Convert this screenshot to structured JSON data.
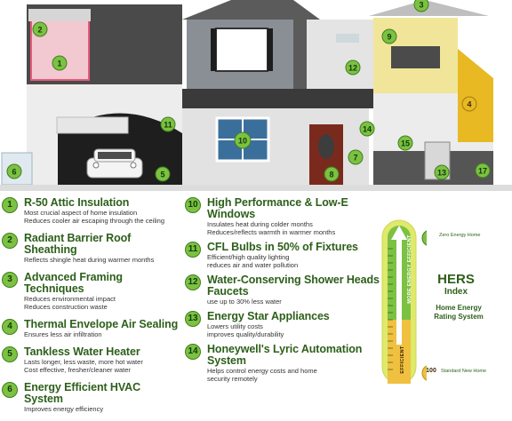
{
  "features_left": [
    {
      "num": "1",
      "title": "R-50 Attic Insulation",
      "desc": [
        "Most crucial aspect of home insulation",
        "Reduces cooler air escaping through the ceiling"
      ]
    },
    {
      "num": "2",
      "title": "Radiant Barrier Roof Sheathing",
      "desc": [
        "Reflects shingle heat during warmer months"
      ]
    },
    {
      "num": "3",
      "title": "Advanced Framing Techniques",
      "desc": [
        "Reduces environmental impact",
        "Reduces construction waste"
      ]
    },
    {
      "num": "4",
      "title": "Thermal Envelope Air Sealing",
      "desc": [
        "Ensures less air infiltration"
      ]
    },
    {
      "num": "5",
      "title": "Tankless Water Heater",
      "desc": [
        "Lasts longer, less waste, more hot water",
        "Cost effective, fresher/cleaner water"
      ]
    },
    {
      "num": "6",
      "title": "Energy Efficient HVAC System",
      "desc": [
        "Improves energy efficiency"
      ]
    }
  ],
  "features_right": [
    {
      "num": "10",
      "title": "High Performance & Low-E Windows",
      "desc": [
        "Insulates heat during colder months",
        "Reduces/reflects warmth in warmer months"
      ]
    },
    {
      "num": "11",
      "title": "CFL Bulbs in 50% of Fixtures",
      "desc": [
        "Efficient/high quality lighting",
        "reduces air and water pollution"
      ]
    },
    {
      "num": "12",
      "title": "Water-Conserving Shower Heads & Faucets",
      "desc": [
        "use up to 30% less water"
      ]
    },
    {
      "num": "13",
      "title": "Energy Star Appliances",
      "desc": [
        "Lowers utility costs",
        "improves quality/durability"
      ]
    },
    {
      "num": "14",
      "title": "Honeywell's Lyric Automation System",
      "desc": [
        "Helps control energy costs and home",
        "security remotely"
      ]
    }
  ],
  "house_markers": [
    {
      "id": "1",
      "label": "1"
    },
    {
      "id": "2",
      "label": "2"
    },
    {
      "id": "3",
      "label": "3"
    },
    {
      "id": "4",
      "label": "4"
    },
    {
      "id": "5",
      "label": "5"
    },
    {
      "id": "6",
      "label": "6"
    },
    {
      "id": "7",
      "label": "7"
    },
    {
      "id": "8",
      "label": "8"
    },
    {
      "id": "9",
      "label": "9"
    },
    {
      "id": "10",
      "label": "10"
    },
    {
      "id": "11",
      "label": "11"
    },
    {
      "id": "12",
      "label": "12"
    },
    {
      "id": "13",
      "label": "13"
    },
    {
      "id": "14",
      "label": "14"
    },
    {
      "id": "15",
      "label": "15"
    },
    {
      "id": "17",
      "label": "17"
    }
  ],
  "hers": {
    "title": "HERS",
    "subtitle": "Index",
    "caption": "Home Energy Rating System",
    "zero": "0",
    "zero_label": "Zero Energy Home",
    "hundred": "100",
    "hundred_label": "Standard New Home",
    "arrow_label": "MORE ENERGY EFFICIENT",
    "bottom_label": "EFFICIENT"
  },
  "colors": {
    "accent_green": "#7cc142",
    "title_green": "#2d5f1a",
    "roof": "#3a3a3a",
    "siding": "#e4e4e4"
  }
}
